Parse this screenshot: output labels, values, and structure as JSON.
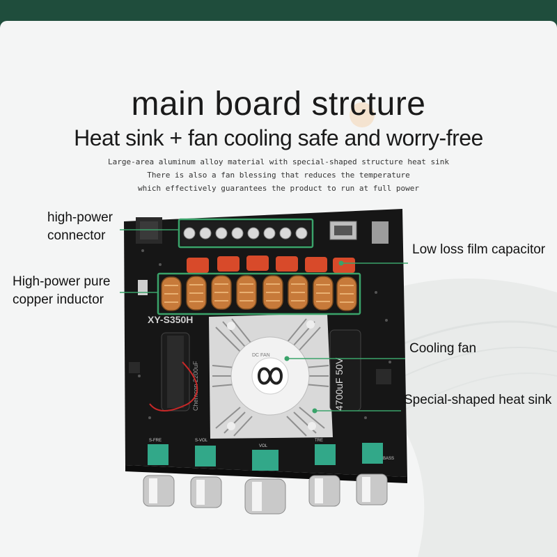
{
  "title": "main board strcture",
  "subtitle": "Heat sink + fan cooling  safe and worry-free",
  "description": [
    "Large-area aluminum alloy material with special-shaped structure heat sink",
    "There is also a fan blessing that reduces the temperature",
    "which effectively guarantees the product to run at full power"
  ],
  "callouts": {
    "connector": "high-power\nconnector",
    "inductor": "High-power pure\ncopper inductor",
    "capacitor": "Low loss film capacitor",
    "fan": "Cooling fan",
    "heatsink": "Special-shaped heat sink"
  },
  "board_silk": {
    "model": "XY-S350H",
    "fan_brand": "DC FAN",
    "knob_labels": [
      "S-FRE",
      "S-VOL",
      "VOL",
      "TRE",
      "BASS"
    ],
    "cap_left": "Chemcon 2200uF",
    "cap_right": "4700uF 50V"
  },
  "colors": {
    "highlight": "#3aa36a",
    "board": "#161616",
    "fan_white": "#f2f2f2"
  }
}
